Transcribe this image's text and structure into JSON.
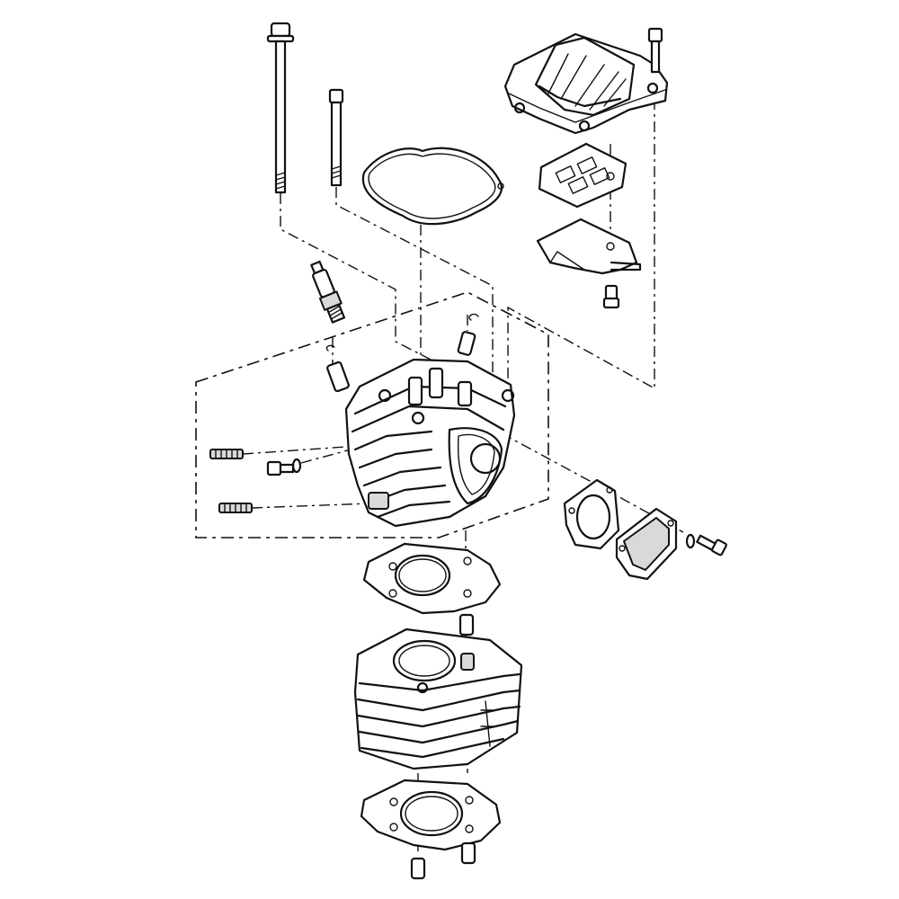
{
  "diagram": {
    "kind": "exploded-parts-view",
    "subject": "engine-cylinder-head-and-cylinder",
    "colors": {
      "line": "#111111",
      "background": "#ffffff",
      "shade": "#d9d9d9"
    },
    "parts": [
      "cylinder-head-bolt-long",
      "cylinder-head-bolt-short",
      "head-cover-gasket",
      "cylinder-head-cover",
      "cover-bolt",
      "breather-plate-gasket",
      "breather-plate",
      "breather-bolt",
      "spark-plug",
      "dowel-pin",
      "stud-bolt",
      "bolt-with-washer",
      "cylinder-head",
      "side-cover-gasket",
      "side-cover",
      "side-cover-bolt",
      "cylinder-head-gasket",
      "cylinder",
      "cylinder-base-gasket"
    ]
  }
}
